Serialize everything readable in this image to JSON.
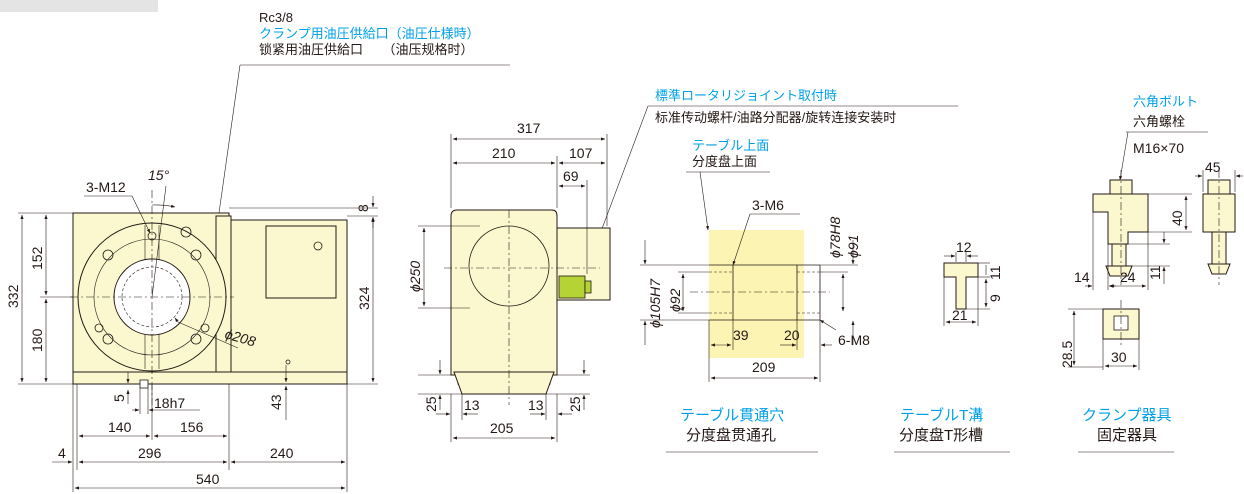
{
  "colors": {
    "accent_blue": "#00a0e9",
    "part_fill": "#fbf8cf",
    "highlight_fill": "#fcf4b2",
    "joint_green": "#b5d334",
    "line": "#231815"
  },
  "port": {
    "spec": "Rc3/8",
    "label_jp": "クランプ用油圧供給口（油圧仕様時）",
    "label_cn": "锁紧用油圧供給口　　（油压规格时）"
  },
  "front_view": {
    "bolt_label": "3-M12",
    "angle": "15°",
    "diameter": "ϕ208",
    "dim_height_total": "332",
    "dim_upper": "152",
    "dim_lower": "180",
    "dim_right_height": "324",
    "dim_top_gap": "8",
    "dim_slot_offset": "5",
    "dim_slot_width": "18h7",
    "dim_base_offset": "43",
    "dim_left_width": "140",
    "dim_right_width": "156",
    "dim_edge": "4",
    "dim_table_width": "296",
    "dim_motor_width": "240",
    "dim_overall_width": "540"
  },
  "side_view": {
    "rotary_joint_jp": "標準ロータリジョイント取付時",
    "rotary_joint_cn": "标准传动螺杆/油路分配器/旋转连接安装时",
    "dim_total": "317",
    "dim_main": "210",
    "dim_joint": "107",
    "dim_joint_inner": "69",
    "dim_diameter": "ϕ250",
    "dim_foot_left": "25",
    "dim_foot_right": "25",
    "dim_foot_w_left": "13",
    "dim_foot_w_right": "13",
    "dim_base": "205"
  },
  "through_hole": {
    "surface_jp": "テーブル上面",
    "surface_cn": "分度盘上面",
    "tap_top": "3-M6",
    "dia_outer": "ϕ105H7",
    "dia_bore": "ϕ92",
    "dia_right_1": "ϕ78H8",
    "dia_right_2": "ϕ91",
    "dim_left": "39",
    "dim_right": "20",
    "tap_bottom": "6-M8",
    "dim_length": "209",
    "caption_jp": "テーブル貫通穴",
    "caption_cn": "分度盘贯通孔"
  },
  "t_slot": {
    "dim_top": "12",
    "dim_depth_1": "11",
    "dim_depth_2": "9",
    "dim_width": "21",
    "caption_jp": "テーブルT溝",
    "caption_cn": "分度盘T形槽"
  },
  "clamp": {
    "bolt_jp": "六角ボルト",
    "bolt_cn": "六角螺栓",
    "bolt_spec": "M16×70",
    "dim_width": "45",
    "dim_height": "40",
    "dim_a": "14",
    "dim_b": "24",
    "dim_c": "11",
    "dim_d": "28.5",
    "dim_e": "30",
    "caption_jp": "クランプ器具",
    "caption_cn": "固定器具"
  }
}
